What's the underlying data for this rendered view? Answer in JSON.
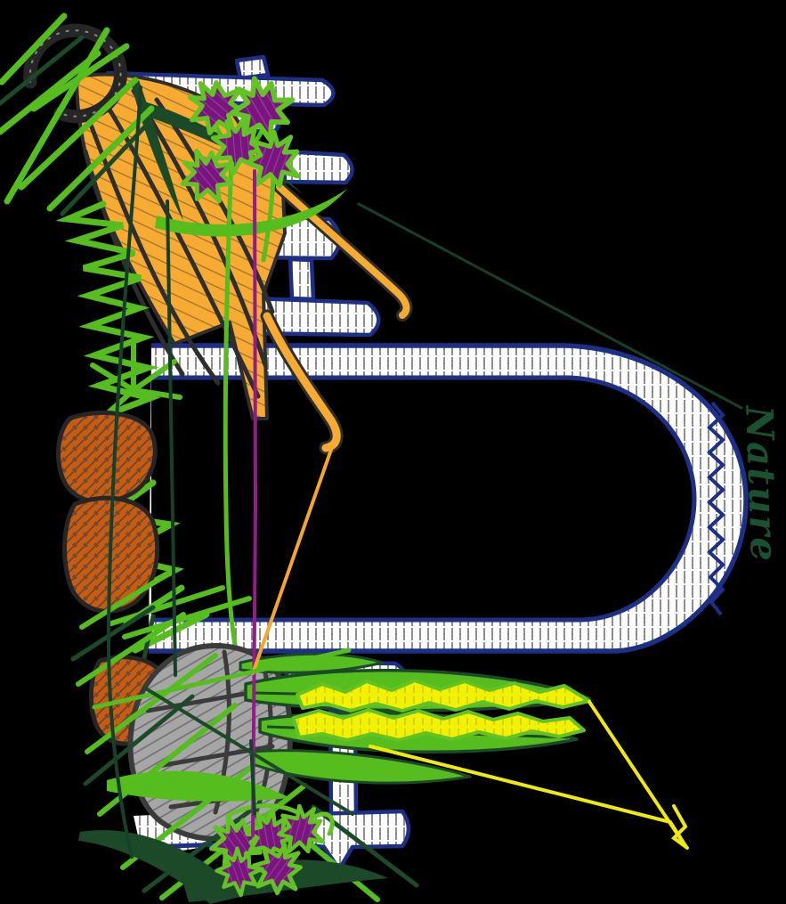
{
  "artwork": {
    "title": "Embroidery-style letter P monogram decorated with nature elements on black",
    "script_text": "Nature",
    "background": "#000000",
    "colors": {
      "background": "#000000",
      "letter_fill": "#ffffff",
      "letter_outline": "#1d2f87",
      "hatch_dark": "#101010",
      "sheaf_orange": "#f7ab32",
      "sketch_dark": "#2e2e2e",
      "grass_green": "#55bd1d",
      "grass_dark_green": "#1c4a28",
      "flower_purple": "#7a1580",
      "flower_outline_green": "#63c224",
      "pinecone_rust": "#c65c13",
      "rock_gray": "#a6a6a6",
      "rock_outline": "#3b3b3b",
      "leaf_yellow": "#f2f104",
      "thread_magenta": "#941b8a",
      "thread_orange": "#f5a62b",
      "thread_yellow": "#efea0a",
      "thread_dark_green": "#17402a",
      "script_green": "#1a5130",
      "hook_black": "#262626"
    },
    "elements": [
      "letter-p-stem",
      "letter-p-bowl",
      "script-word-on-bowl",
      "hanging-hook",
      "wheat-sheaf",
      "purple-flower-cluster-top",
      "purple-flower-cluster-bottom",
      "grass-tufts-left",
      "pinecones",
      "rock",
      "fern-leaves-right",
      "yellow-leaves",
      "stitch-jump-threads"
    ]
  }
}
